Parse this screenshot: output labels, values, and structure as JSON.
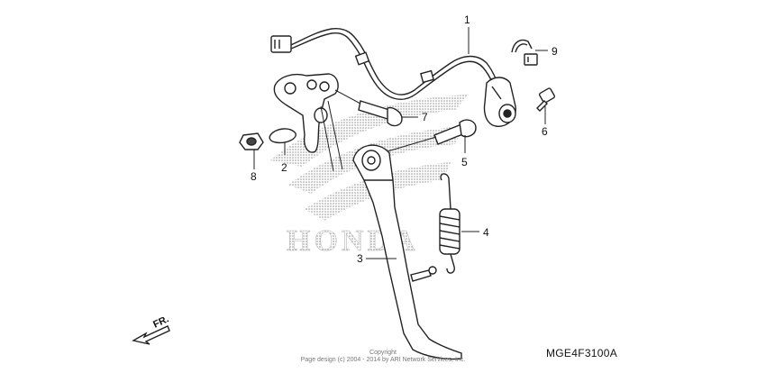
{
  "diagram": {
    "callouts": [
      "1",
      "2",
      "3",
      "4",
      "5",
      "6",
      "7",
      "8",
      "9"
    ],
    "direction_label": "FR.",
    "watermark_brand": "HONDA",
    "reference_code": "MGE4F3100A",
    "copyright_line1": "Copyright",
    "copyright_line2": "Page design (c) 2004 - 2014 by ARI Network Services, Inc."
  }
}
